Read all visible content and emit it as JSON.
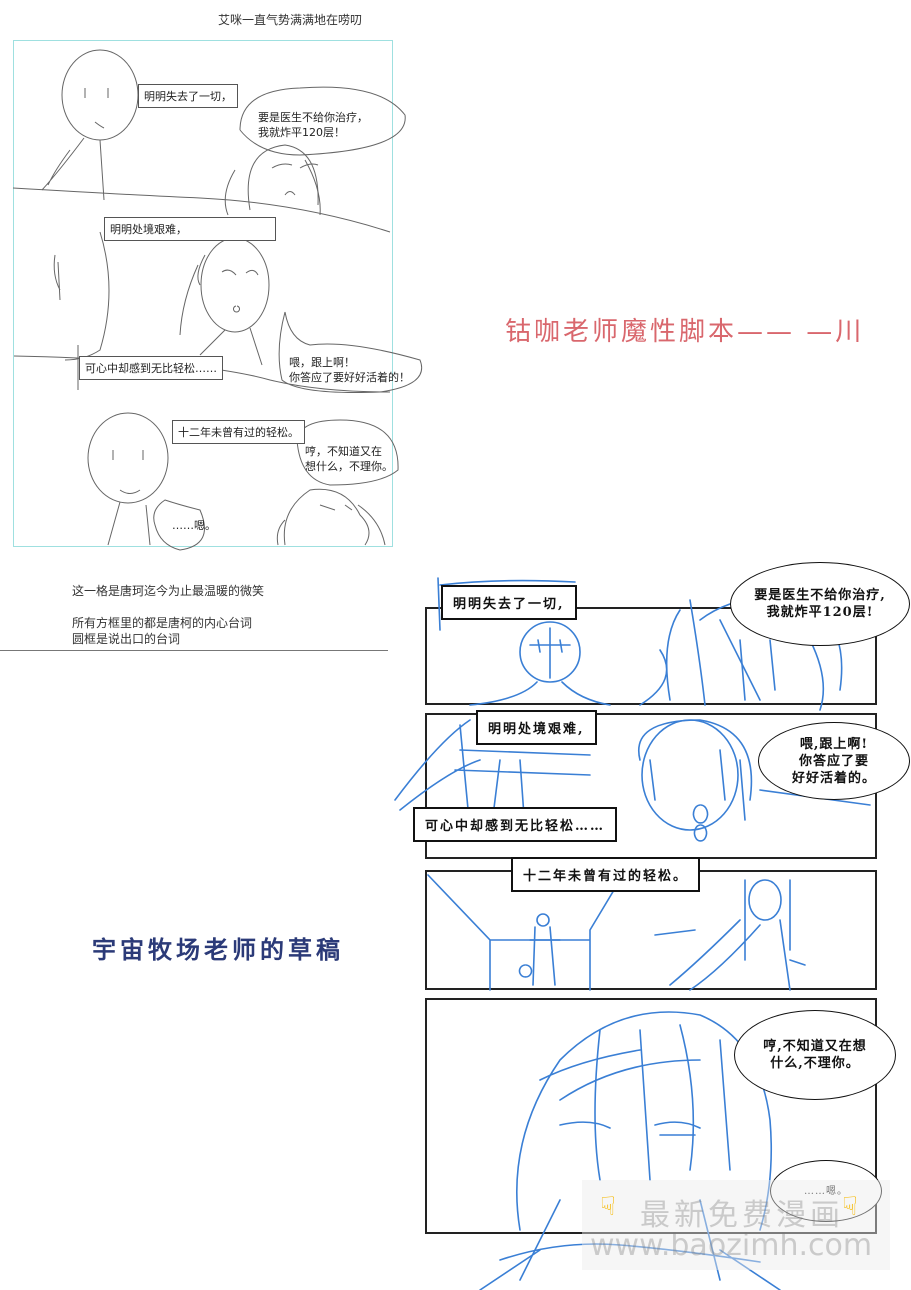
{
  "left_storyboard": {
    "heading": "艾咪一直气势满满地在唠叨",
    "frame_color": "#9fe0e0",
    "boxes": [
      "明明失去了一切，",
      "明明处境艰难，",
      "可心中却感到无比轻松……",
      "十二年未曾有过的轻松。"
    ],
    "bubbles": [
      {
        "line1": "要是医生不给你治疗，",
        "line2": "我就炸平120层！"
      },
      {
        "line1": "喂，跟上啊！",
        "line2": "你答应了要好好活着的！"
      },
      {
        "line1": "哼，不知道又在",
        "line2": "想什么，不理你。"
      },
      {
        "line1": "……嗯。",
        "line2": ""
      }
    ],
    "notes": [
      "这一格是唐珂迄今为止最温暖的微笑",
      "所有方框里的都是唐柯的内心台词",
      "圆框是说出口的台词"
    ]
  },
  "titles": {
    "script_credit": "钴咖老师魔性脚本—— —川",
    "script_color": "#d9676d",
    "draft_credit": "宇宙牧场老师的草稿",
    "draft_color": "#2b3a78"
  },
  "right_storyboard": {
    "sketch_color": "#3a7fd5",
    "boxes": [
      "明明失去了一切,",
      "明明处境艰难,",
      "可心中却感到无比轻松……",
      "十二年未曾有过的轻松。"
    ],
    "bubbles": [
      {
        "line1": "要是医生不给你治疗,",
        "line2": "我就炸平120层!",
        "line3": ""
      },
      {
        "line1": "喂,跟上啊!",
        "line2": "你答应了要",
        "line3": "好好活着的。"
      },
      {
        "line1": "哼,不知道又在想",
        "line2": "什么,不理你。",
        "line3": ""
      },
      {
        "line1": "……嗯。",
        "line2": "",
        "line3": ""
      }
    ]
  },
  "watermark": {
    "line1": "最新免费漫画",
    "line2": "www.baozimh.com",
    "icon": "pointing-hand-icon"
  }
}
